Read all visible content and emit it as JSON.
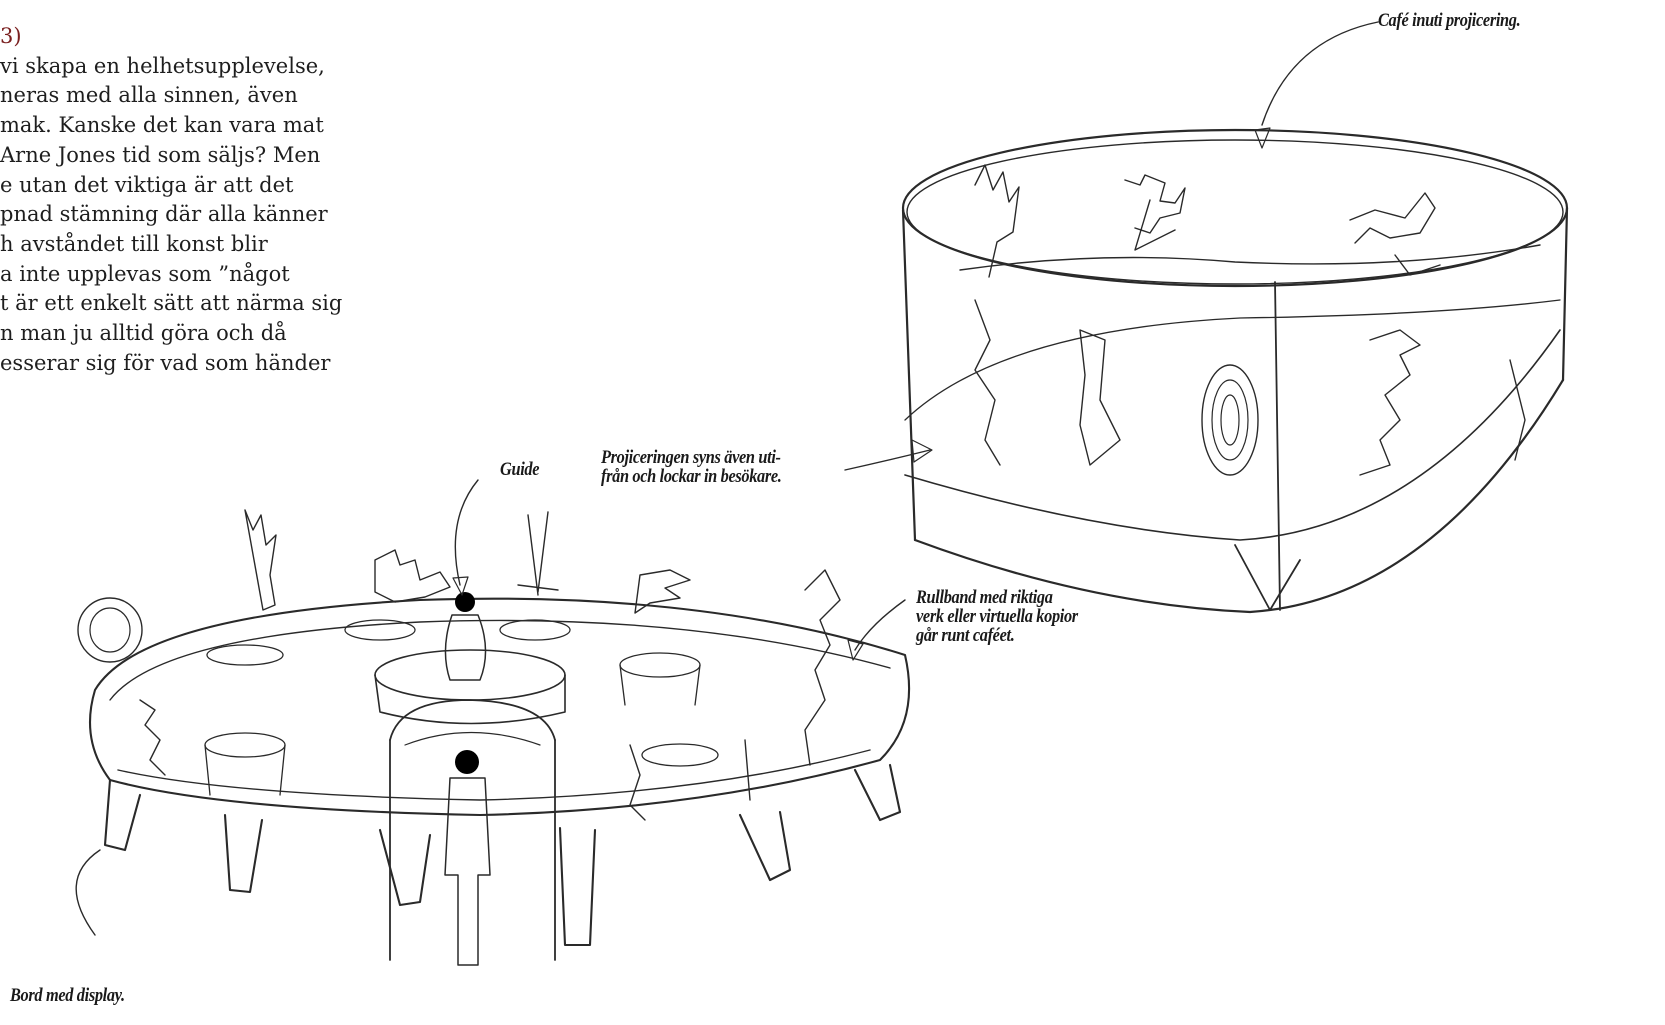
{
  "body_text": {
    "lines": [
      "3)",
      "vi skapa en helhetsupplevelse,",
      "neras med alla sinnen, även",
      "mak. Kanske det kan vara mat",
      "Arne Jones tid som säljs? Men",
      "e utan det viktiga är att det",
      "pnad stämning där alla känner",
      "h avståndet till konst blir",
      "a inte upplevas som ”något",
      "t är ett enkelt sätt att närma sig",
      "n man ju alltid göra och då",
      "esserar sig för vad som händer"
    ]
  },
  "captions": {
    "cafe": [
      "Café inuti projicering."
    ],
    "projection": [
      "Projiceringen syns även uti-",
      "från och lockar in besökare."
    ],
    "guide": [
      "Guide"
    ],
    "conveyor": [
      "Rullband med riktiga",
      "verk eller virtuella kopior",
      "går runt caféet."
    ],
    "table": [
      "Bord med display."
    ]
  }
}
